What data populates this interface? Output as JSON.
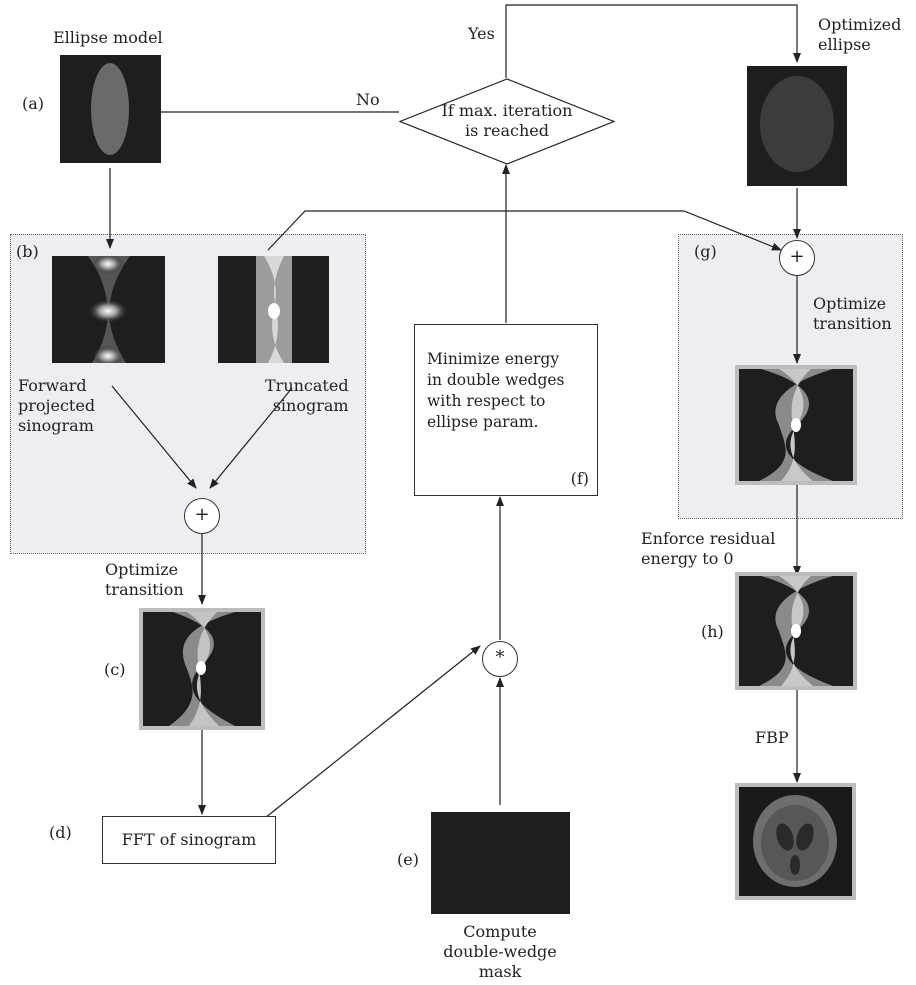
{
  "panels": {
    "a": {
      "label": "(a)",
      "title": "Ellipse model"
    },
    "b": {
      "label": "(b)",
      "forward_caption": "Forward\nprojected\nsinogram",
      "truncated_caption": "Truncated\nsinogram"
    },
    "c": {
      "label": "(c)"
    },
    "d": {
      "label": "(d)",
      "text": "FFT of sinogram"
    },
    "e": {
      "label": "(e)",
      "caption": "Compute\ndouble-wedge\nmask"
    },
    "f": {
      "label": "(f)",
      "text": "Minimize energy\nin double wedges\nwith respect to\nellipse param."
    },
    "g": {
      "label": "(g)"
    },
    "h": {
      "label": "(h)"
    }
  },
  "decision": {
    "text": "If max. iteration\nis reached",
    "yes": "Yes",
    "no": "No"
  },
  "optimized_ellipse": "Optimized\nellipse",
  "optimize_transition_b": "Optimize\ntransition",
  "optimize_transition_g": "Optimize\ntransition",
  "enforce_residual": "Enforce residual\nenergy to 0",
  "fbp": "FBP",
  "symbols": {
    "plus": "+",
    "multiply": "*"
  }
}
